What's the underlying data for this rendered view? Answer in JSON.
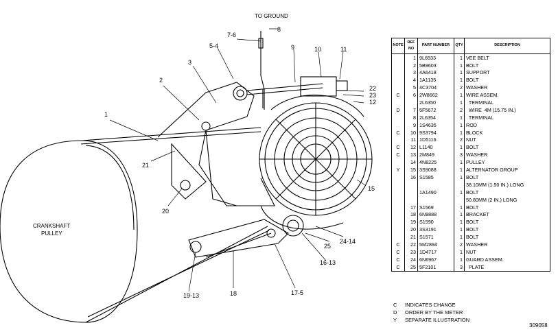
{
  "drawing": {
    "ground_label": "TO GROUND",
    "crankshaft_label_1": "CRANKSHAFT",
    "crankshaft_label_2": "PULLEY",
    "callouts": [
      "1",
      "2",
      "3",
      "5-4",
      "7-6",
      "8",
      "9",
      "10",
      "11",
      "22",
      "23",
      "12",
      "15",
      "21",
      "20",
      "24-14",
      "25",
      "16-13",
      "17-5",
      "18",
      "19-13"
    ]
  },
  "table": {
    "headers": [
      "NOTE",
      "REF NO",
      "PART NUMBER",
      "QTY",
      "DESCRIPTION"
    ],
    "rows": [
      {
        "note": "",
        "ref": "1",
        "part": "9L6533",
        "qty": "1",
        "desc": "VEE BELT"
      },
      {
        "note": "",
        "ref": "2",
        "part": "5B9603",
        "qty": "1",
        "desc": "BOLT"
      },
      {
        "note": "",
        "ref": "3",
        "part": "4A6418",
        "qty": "1",
        "desc": "SUPPORT"
      },
      {
        "note": "",
        "ref": "4",
        "part": "1A1135",
        "qty": "1",
        "desc": "BOLT"
      },
      {
        "note": "",
        "ref": "5",
        "part": "4C3704",
        "qty": "2",
        "desc": "WASHER"
      },
      {
        "note": "C",
        "ref": "6",
        "part": "2W8662",
        "qty": "1",
        "desc": "WIRE ASSEM."
      },
      {
        "note": "",
        "ref": "",
        "part": "2L6350",
        "qty": "1",
        "desc": "  TERMINAL"
      },
      {
        "note": "D",
        "ref": "7",
        "part": "5F5672",
        "qty": "2",
        "desc": "  WIRE  4M (15.75 IN.)"
      },
      {
        "note": "",
        "ref": "8",
        "part": "2L6354",
        "qty": "1",
        "desc": "  TERMINAL"
      },
      {
        "note": "",
        "ref": "9",
        "part": "1S4635",
        "qty": "1",
        "desc": "ROD"
      },
      {
        "note": "C",
        "ref": "10",
        "part": "9S3794",
        "qty": "1",
        "desc": "BLOCK"
      },
      {
        "note": "",
        "ref": "11",
        "part": "1D5116",
        "qty": "2",
        "desc": "NUT"
      },
      {
        "note": "C",
        "ref": "12",
        "part": "L1140",
        "qty": "1",
        "desc": "BOLT"
      },
      {
        "note": "C",
        "ref": "13",
        "part": "2M849",
        "qty": "3",
        "desc": "WASHER"
      },
      {
        "note": "",
        "ref": "14",
        "part": "4N8225",
        "qty": "1",
        "desc": "PULLEY"
      },
      {
        "note": "Y",
        "ref": "15",
        "part": "3S9088",
        "qty": "1",
        "desc": "ALTERNATOR GROUP"
      },
      {
        "note": "",
        "ref": "16",
        "part": "S1585",
        "qty": "1",
        "desc": "BOLT"
      },
      {
        "note": "",
        "ref": "",
        "part": "",
        "qty": "",
        "desc": "38.10MM (1.50 IN.) LONG"
      },
      {
        "note": "",
        "ref": "",
        "part": "1A1490",
        "qty": "1",
        "desc": "BOLT"
      },
      {
        "note": "",
        "ref": "",
        "part": "",
        "qty": "",
        "desc": "50.80MM (2 IN.) LONG"
      },
      {
        "note": "",
        "ref": "17",
        "part": "S1569",
        "qty": "1",
        "desc": "BOLT"
      },
      {
        "note": "",
        "ref": "18",
        "part": "6N9888",
        "qty": "1",
        "desc": "BRACKET"
      },
      {
        "note": "",
        "ref": "19",
        "part": "S1590",
        "qty": "1",
        "desc": "BOLT"
      },
      {
        "note": "",
        "ref": "20",
        "part": "3S3191",
        "qty": "1",
        "desc": "BOLT"
      },
      {
        "note": "",
        "ref": "21",
        "part": "S1571",
        "qty": "1",
        "desc": "BOLT"
      },
      {
        "note": "C",
        "ref": "22",
        "part": "5M2894",
        "qty": "2",
        "desc": "WASHER"
      },
      {
        "note": "C",
        "ref": "23",
        "part": "1D4717",
        "qty": "1",
        "desc": "NUT"
      },
      {
        "note": "C",
        "ref": "24",
        "part": "6N6967",
        "qty": "1",
        "desc": "GUARD ASSEM."
      },
      {
        "note": "C",
        "ref": "25",
        "part": "5F2101",
        "qty": "3",
        "desc": "  PLATE"
      }
    ]
  },
  "legend": [
    {
      "code": "C",
      "text": "INDICATES CHANGE"
    },
    {
      "code": "D",
      "text": "ORDER BY THE METER"
    },
    {
      "code": "Y",
      "text": "SEPARATE ILLUSTRATION"
    }
  ],
  "figure_number": "309058"
}
